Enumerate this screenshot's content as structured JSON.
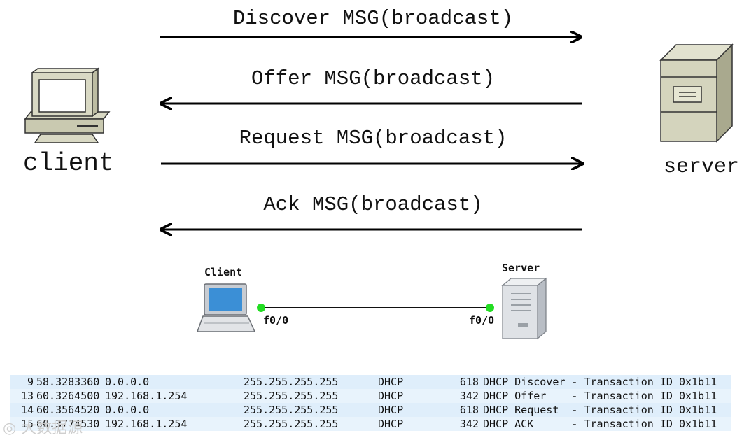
{
  "messages": [
    {
      "label": "Discover MSG(broadcast)",
      "direction": "right"
    },
    {
      "label": "Offer MSG(broadcast)",
      "direction": "left"
    },
    {
      "label": "Request MSG(broadcast)",
      "direction": "right"
    },
    {
      "label": "Ack MSG(broadcast)",
      "direction": "left"
    }
  ],
  "client_label": "client",
  "server_label": "server",
  "topology": {
    "client_label": "Client",
    "server_label": "Server",
    "client_port": "f0/0",
    "server_port": "f0/0",
    "port_color": "#22dd22"
  },
  "packets": [
    {
      "no": "9",
      "time": "58.3283360",
      "source": "0.0.0.0",
      "destination": "255.255.255.255",
      "protocol": "DHCP",
      "length": "618",
      "info": "DHCP Discover - Transaction ID 0x1b11"
    },
    {
      "no": "13",
      "time": "60.3264500",
      "source": "192.168.1.254",
      "destination": "255.255.255.255",
      "protocol": "DHCP",
      "length": "342",
      "info": "DHCP Offer    - Transaction ID 0x1b11"
    },
    {
      "no": "14",
      "time": "60.3564520",
      "source": "0.0.0.0",
      "destination": "255.255.255.255",
      "protocol": "DHCP",
      "length": "618",
      "info": "DHCP Request  - Transaction ID 0x1b11"
    },
    {
      "no": "15",
      "time": "60.3774530",
      "source": "192.168.1.254",
      "destination": "255.255.255.255",
      "protocol": "DHCP",
      "length": "342",
      "info": "DHCP ACK      - Transaction ID 0x1b11"
    }
  ],
  "watermark": "大数据源"
}
